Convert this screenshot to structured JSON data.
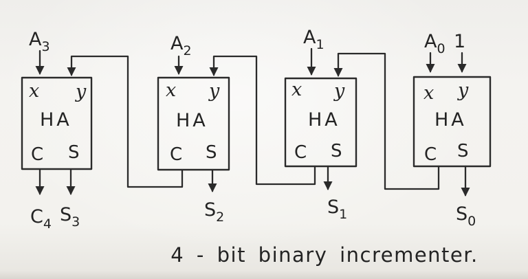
{
  "caption": "4 - bit binary incrementer.",
  "colors": {
    "paper": "#f3f2ee",
    "ink": "#2a2a2a"
  },
  "blocks": [
    {
      "id": "bit3",
      "input": {
        "main": "A",
        "sub": "3"
      },
      "port_x": "x",
      "port_y": "y",
      "name": "HA",
      "port_c": "C",
      "port_s": "S",
      "carry_out": {
        "main": "C",
        "sub": "4"
      },
      "sum_out": {
        "main": "S",
        "sub": "3"
      }
    },
    {
      "id": "bit2",
      "input": {
        "main": "A",
        "sub": "2"
      },
      "port_x": "x",
      "port_y": "y",
      "name": "HA",
      "port_c": "C",
      "port_s": "S",
      "sum_out": {
        "main": "S",
        "sub": "2"
      }
    },
    {
      "id": "bit1",
      "input": {
        "main": "A",
        "sub": "1"
      },
      "port_x": "x",
      "port_y": "y",
      "name": "HA",
      "port_c": "C",
      "port_s": "S",
      "sum_out": {
        "main": "S",
        "sub": "1"
      }
    },
    {
      "id": "bit0",
      "input": {
        "main": "A",
        "sub": "0"
      },
      "const_input": "1",
      "port_x": "x",
      "port_y": "y",
      "name": "HA",
      "port_c": "C",
      "port_s": "S",
      "sum_out": {
        "main": "S",
        "sub": "0"
      }
    }
  ]
}
